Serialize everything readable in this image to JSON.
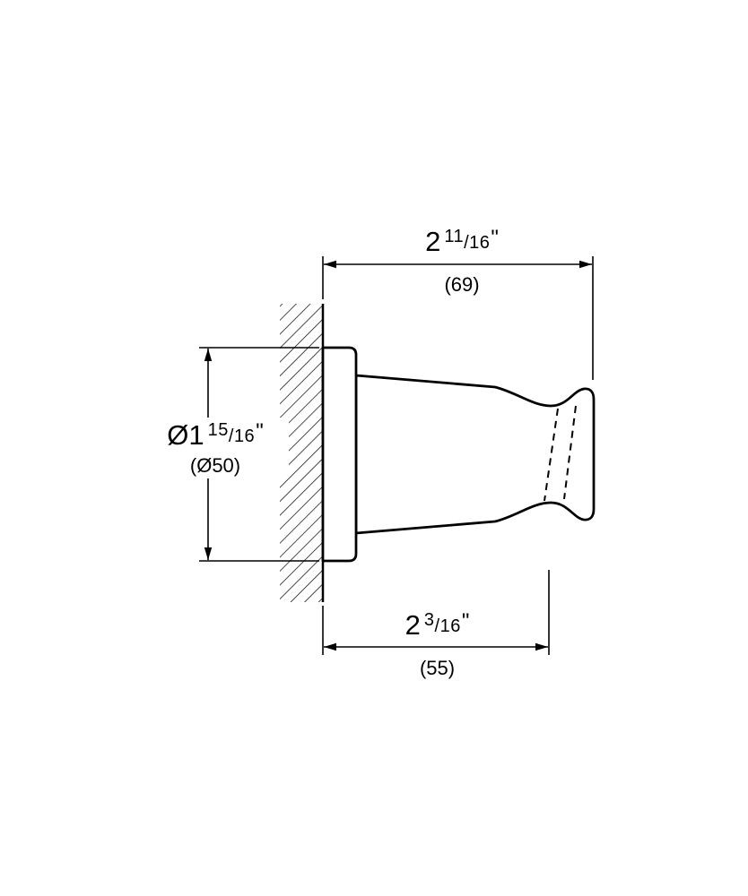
{
  "drawing": {
    "kind": "technical-dimension-drawing",
    "subject": "wall-mounted hand shower holder, side view",
    "background_color": "#ffffff",
    "line_color": "#000000"
  },
  "symbols": {
    "fraction_sep": "/"
  },
  "dimensions": {
    "top": {
      "name": "overall projection from wall",
      "base": "2",
      "num": "11",
      "den": "16",
      "unit": "\"",
      "metric": "(69)"
    },
    "left": {
      "name": "flange diameter",
      "base": "Ø1",
      "num": "15",
      "den": "16",
      "unit": "\"",
      "metric": "(Ø50)"
    },
    "bottom": {
      "name": "wall to holder cradle centre",
      "base": "2",
      "num": "3",
      "den": "16",
      "unit": "\"",
      "metric": "(55)"
    }
  }
}
